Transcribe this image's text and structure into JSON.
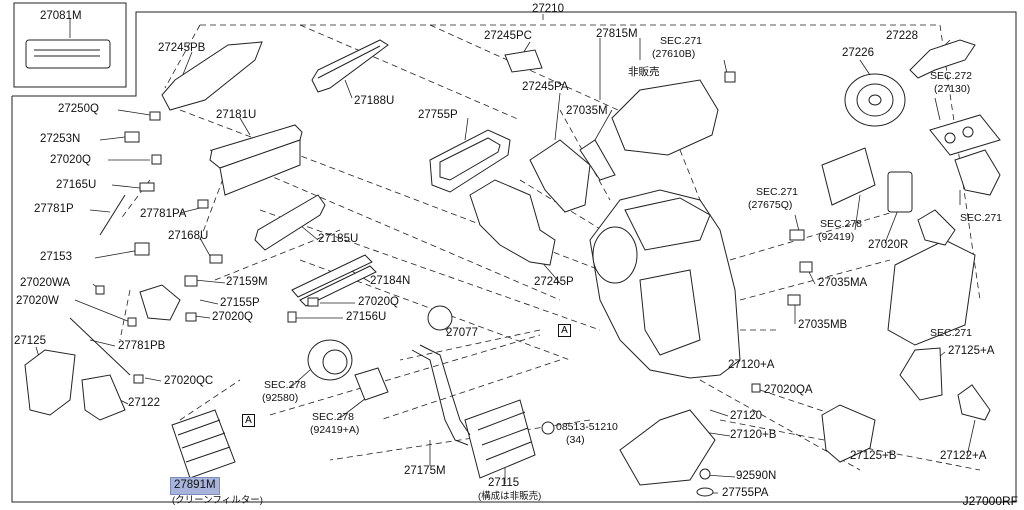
{
  "diagram": {
    "ref_code": "J27000RF",
    "box_marker": "A",
    "labels": {
      "p27081M": "27081M",
      "p27210": "27210",
      "p27245PB": "27245PB",
      "p27245PC": "27245PC",
      "p27815M": "27815M",
      "sec271_27610B_a": "SEC.271",
      "sec271_27610B_b": "(27610B)",
      "not_for_sale": "非販売",
      "p27228": "27228",
      "p27226": "27226",
      "sec272_a": "SEC.272",
      "sec272_b": "(27130)",
      "p27250Q": "27250Q",
      "p27188U": "27188U",
      "p27245PA": "27245PA",
      "p27035M": "27035M",
      "p27181U": "27181U",
      "p27755P": "27755P",
      "p27253N": "27253N",
      "p27020Q_a": "27020Q",
      "p27165U": "27165U",
      "p27781P": "27781P",
      "p27781PA": "27781PA",
      "sec271_27675Q_a": "SEC.271",
      "sec271_27675Q_b": "(27675Q)",
      "sec271_right": "SEC.271",
      "p27168U": "27168U",
      "p27185U": "27185U",
      "sec278_92419_a": "SEC.278",
      "sec278_92419_b": "(92419)",
      "p27020R": "27020R",
      "p27153": "27153",
      "p27159M": "27159M",
      "p27245P": "27245P",
      "p27035MA": "27035MA",
      "p27020WA": "27020WA",
      "p27184N": "27184N",
      "p27020W": "27020W",
      "p27155P": "27155P",
      "p27020Q_b": "27020Q",
      "p27020Q_c": "27020Q",
      "p27156U": "27156U",
      "p27035MB": "27035MB",
      "sec271_lower": "SEC.271",
      "p27077": "27077",
      "p27125": "27125",
      "p27781PB": "27781PB",
      "p27125A": "27125+A",
      "p27120A": "27120+A",
      "sec278_92580_a": "SEC.278",
      "sec278_92580_b": "(92580)",
      "p27020QC": "27020QC",
      "p27020QA": "27020QA",
      "p27122": "27122",
      "sec278_92419A_a": "SEC.278",
      "sec278_92419A_b": "(92419+A)",
      "p27120": "27120",
      "screw_a": "08513-51210",
      "screw_b": "(34)",
      "p27120B": "27120+B",
      "p27125B": "27125+B",
      "p27122A": "27122+A",
      "p27175M": "27175M",
      "p27891M": "27891M",
      "clean_filter": "(クリーンフィルター)",
      "p27115": "27115",
      "p27115_note": "(構成は非販売)",
      "p92590N": "92590N",
      "p27755PA": "27755PA"
    }
  }
}
